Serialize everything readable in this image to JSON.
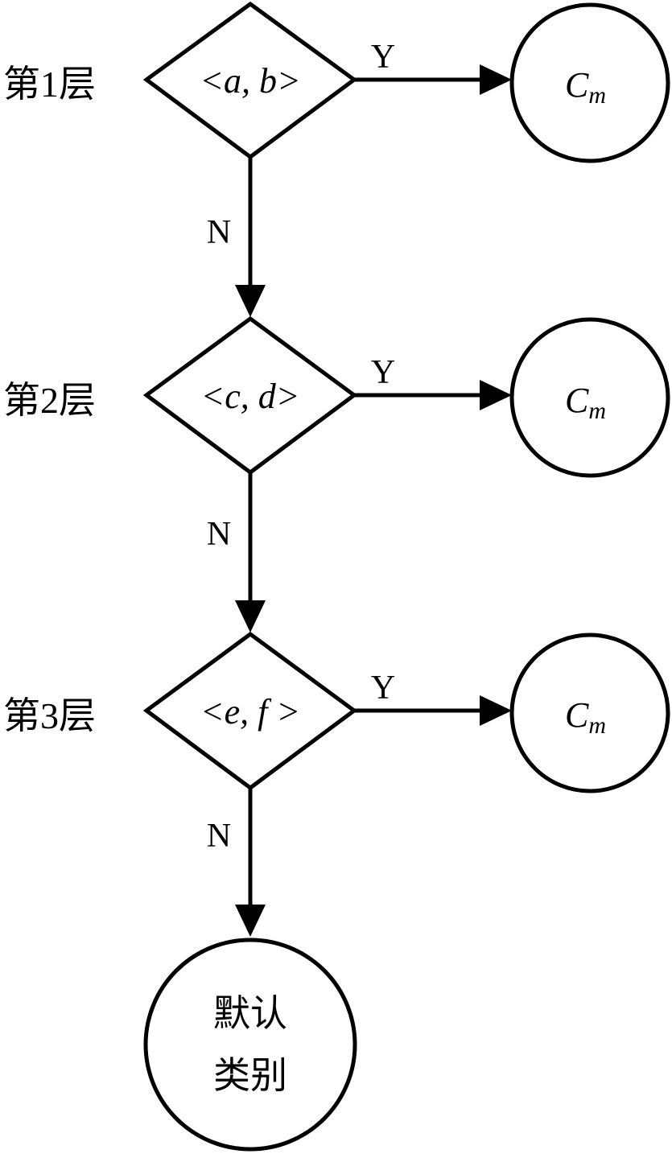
{
  "layers": [
    {
      "label": "第1层",
      "condition": "<a, b>",
      "yes": "Y",
      "no": "N",
      "result": {
        "main": "C",
        "sub": "m"
      }
    },
    {
      "label": "第2层",
      "condition": "<c, d>",
      "yes": "Y",
      "no": "N",
      "result": {
        "main": "C",
        "sub": "m"
      }
    },
    {
      "label": "第3层",
      "condition": "<e, f >",
      "yes": "Y",
      "no": "N",
      "result": {
        "main": "C",
        "sub": "m"
      }
    }
  ],
  "default_node": {
    "line1": "默认",
    "line2": "类别"
  }
}
